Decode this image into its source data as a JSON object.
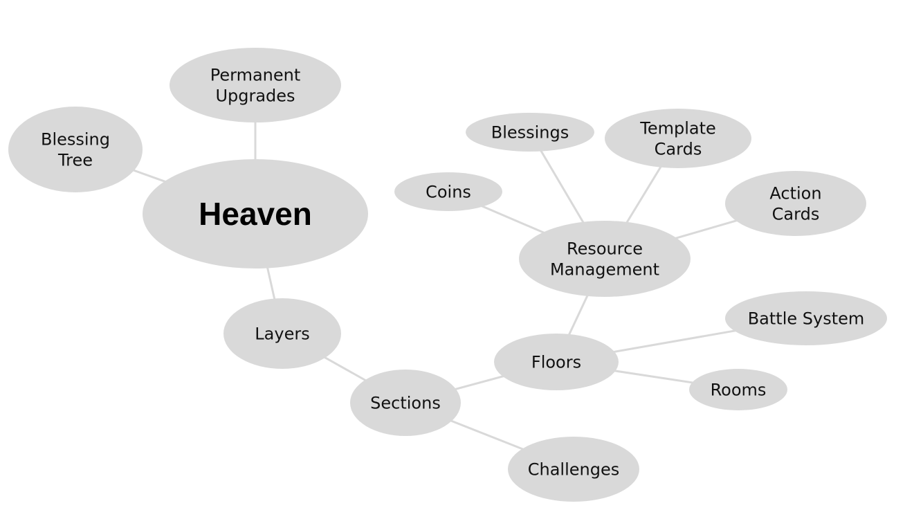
{
  "mindmap": {
    "root": {
      "id": "heaven",
      "lines": [
        "Heaven"
      ]
    },
    "nodes": [
      {
        "id": "permanent-upgrades",
        "lines": [
          "Permanent",
          "Upgrades"
        ]
      },
      {
        "id": "blessing-tree",
        "lines": [
          "Blessing",
          "Tree"
        ]
      },
      {
        "id": "layers",
        "lines": [
          "Layers"
        ]
      },
      {
        "id": "sections",
        "lines": [
          "Sections"
        ]
      },
      {
        "id": "challenges",
        "lines": [
          "Challenges"
        ]
      },
      {
        "id": "floors",
        "lines": [
          "Floors"
        ]
      },
      {
        "id": "resource-management",
        "lines": [
          "Resource",
          "Management"
        ]
      },
      {
        "id": "coins",
        "lines": [
          "Coins"
        ]
      },
      {
        "id": "blessings",
        "lines": [
          "Blessings"
        ]
      },
      {
        "id": "template-cards",
        "lines": [
          "Template",
          "Cards"
        ]
      },
      {
        "id": "action-cards",
        "lines": [
          "Action",
          "Cards"
        ]
      },
      {
        "id": "battle-system",
        "lines": [
          "Battle System"
        ]
      },
      {
        "id": "rooms",
        "lines": [
          "Rooms"
        ]
      }
    ],
    "edges": [
      [
        "heaven",
        "permanent-upgrades"
      ],
      [
        "heaven",
        "blessing-tree"
      ],
      [
        "heaven",
        "layers"
      ],
      [
        "layers",
        "sections"
      ],
      [
        "sections",
        "challenges"
      ],
      [
        "sections",
        "floors"
      ],
      [
        "floors",
        "resource-management"
      ],
      [
        "floors",
        "battle-system"
      ],
      [
        "floors",
        "rooms"
      ],
      [
        "resource-management",
        "coins"
      ],
      [
        "resource-management",
        "blessings"
      ],
      [
        "resource-management",
        "template-cards"
      ],
      [
        "resource-management",
        "action-cards"
      ]
    ],
    "colors": {
      "node_fill": "#d9d9d9",
      "edge": "#d9d9d9",
      "text": "#111111",
      "background": "#ffffff"
    }
  }
}
